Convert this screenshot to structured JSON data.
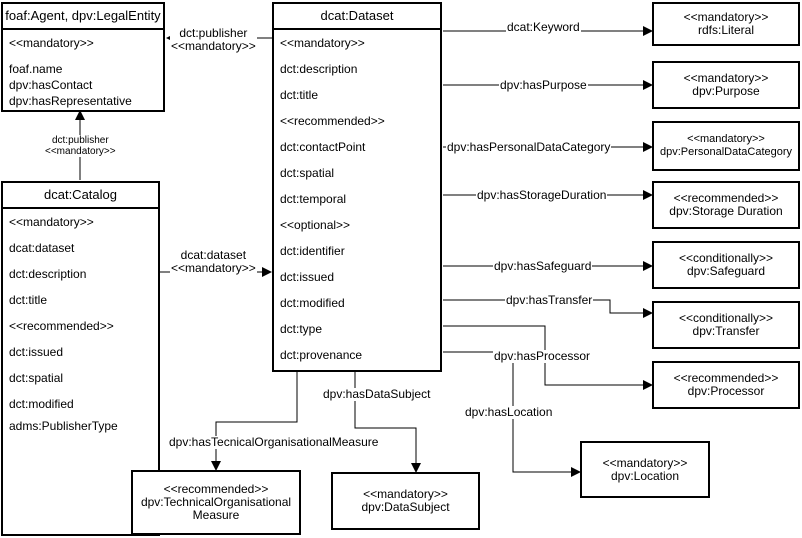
{
  "agent": {
    "title": "foaf:Agent, dpv:LegalEntity",
    "rows": [
      "<<mandatory>>",
      "foaf.name",
      "dpv:hasContact",
      "dpv:hasRepresentative"
    ]
  },
  "catalog": {
    "title": "dcat:Catalog",
    "rows": [
      "<<mandatory>>",
      "dcat:dataset",
      "dct:description",
      "dct:title",
      "<<recommended>>",
      "dct:issued",
      "dct:spatial",
      "dct:modified",
      "adms:PublisherType"
    ]
  },
  "dataset": {
    "title": "dcat:Dataset",
    "rows": [
      "<<mandatory>>",
      "dct:description",
      "dct:title",
      "<<recommended>>",
      "dct:contactPoint",
      "dct:spatial",
      "dct:temporal",
      "<<optional>>",
      "dct:identifier",
      "dct:issued",
      "dct:modified",
      "dct:type",
      "dct:provenance"
    ]
  },
  "targets": {
    "literal": [
      "<<mandatory>>",
      "rdfs:Literal"
    ],
    "purpose": [
      "<<mandatory>>",
      "dpv:Purpose"
    ],
    "personal_data_category": [
      "<<mandatory>>",
      "dpv:PersonalDataCategory"
    ],
    "storage_duration": [
      "<<recommended>>",
      "dpv:Storage Duration"
    ],
    "safeguard": [
      "<<conditionally>>",
      "dpv:Safeguard"
    ],
    "transfer": [
      "<<conditionally>>",
      "dpv:Transfer"
    ],
    "processor": [
      "<<recommended>>",
      "dpv:Processor"
    ],
    "location": [
      "<<mandatory>>",
      "dpv:Location"
    ],
    "data_subject": [
      "<<mandatory>>",
      "dpv:DataSubject"
    ],
    "technical_measure": [
      "<<recommended>>",
      "dpv:TechnicalOrganisational",
      "Measure"
    ]
  },
  "edge_labels": {
    "dataset_publisher": [
      "dct:publisher",
      "<<mandatory>>"
    ],
    "catalog_publisher": [
      "dct:publisher",
      "<<mandatory>>"
    ],
    "catalog_dataset": [
      "dcat:dataset",
      "<<mandatory>>"
    ],
    "keyword": "dcat:Keyword",
    "has_purpose": "dpv:hasPurpose",
    "has_personal_data_category": "dpv:hasPersonalDataCategory",
    "has_storage_duration": "dpv:hasStorageDuration",
    "has_safeguard": "dpv:hasSafeguard",
    "has_transfer": "dpv:hasTransfer",
    "has_processor": "dpv:hasProcessor",
    "has_location": "dpv:hasLocation",
    "has_data_subject": "dpv:hasDataSubject",
    "has_technical_measure": "dpv:hasTecnicalOrganisationalMeasure"
  }
}
